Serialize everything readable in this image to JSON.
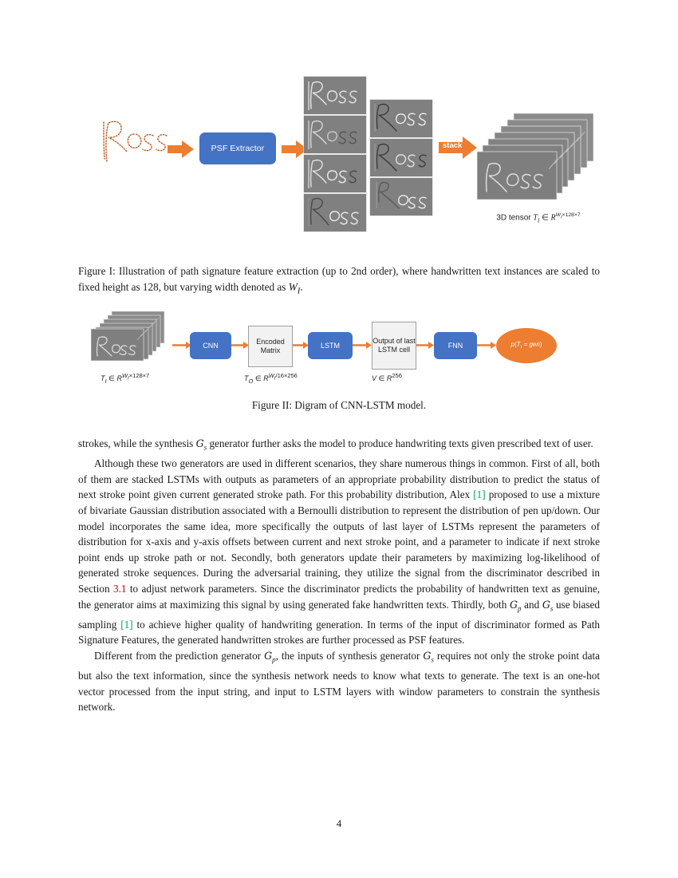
{
  "document": {
    "page_number": "4"
  },
  "figure1": {
    "name": "path-signature-feature-extraction",
    "input_label": "Ross",
    "psf_box_label": "PSF Extractor",
    "stack_arrow_label": "stack",
    "tensor_label_prefix": "3D tensor ",
    "tensor_symbol": "T",
    "tensor_subscript": "I",
    "tensor_in": " ∈ ",
    "tensor_space": "R",
    "tensor_exponent": "W_I×128×7",
    "feature_map_count": 7,
    "caption": "Figure I: Illustration of path signature feature extraction (up to 2nd order), where handwritten text instances are scaled to fixed height as 128, but varying width denoted as W_I."
  },
  "figure2": {
    "name": "cnn-lstm-model-diagram",
    "nodes": [
      {
        "id": "input-tensor-stack",
        "label": "",
        "type": "image-stack"
      },
      {
        "id": "cnn",
        "label": "CNN",
        "type": "blue"
      },
      {
        "id": "encoded-matrix",
        "label": "Encoded Matrix",
        "type": "gray"
      },
      {
        "id": "lstm",
        "label": "LSTM",
        "type": "blue"
      },
      {
        "id": "output-last-lstm-cell",
        "label": "Output of last LSTM cell",
        "type": "gray"
      },
      {
        "id": "fnn",
        "label": "FNN",
        "type": "blue"
      },
      {
        "id": "probability",
        "label": "p(T_I = gen)",
        "type": "ellipse"
      }
    ],
    "under_labels": [
      {
        "id": "input-dim",
        "symbol": "T",
        "sub": "I",
        "space": "R",
        "exp": "W_I×128×7"
      },
      {
        "id": "encoded-dim",
        "symbol": "T",
        "sub": "O",
        "space": "R",
        "exp": "W_I/16×256"
      },
      {
        "id": "vector-dim",
        "symbol": "V",
        "sub": "",
        "space": "R",
        "exp": "256"
      }
    ],
    "caption": "Figure II: Digram of CNN-LSTM model."
  },
  "body": {
    "paragraphs": [
      {
        "id": "para-strokes",
        "indent": false,
        "runs": [
          {
            "t": "strokes, while the synthesis "
          },
          {
            "t": "G",
            "style": "cal-italic"
          },
          {
            "t": "s",
            "style": "sub-italic"
          },
          {
            "t": " generator further asks the model to produce handwriting texts given prescribed text of user."
          }
        ]
      },
      {
        "id": "para-although",
        "indent": true,
        "runs": [
          {
            "t": "Although these two generators are used in different scenarios, they share numerous things in common. First of all, both of them are stacked LSTMs with outputs as parameters of an appropriate probability distribution to predict the status of next stroke point given current generated stroke path. For this probability distribution, Alex "
          },
          {
            "t": "[1]",
            "style": "cite-green"
          },
          {
            "t": " proposed to use a mixture of bivariate Gaussian distribution associated with a Bernoulli distribution to represent the distribution of pen up/down. Our model incorporates the same idea, more specifically the outputs of last layer of LSTMs represent the parameters of distribution for x-axis and y-axis offsets between current and next stroke point, and a parameter to indicate if next stroke point ends up stroke path or not. Secondly, both generators update their parameters by maximizing log-likelihood of generated stroke sequences. During the adversarial training, they utilize the signal from the discriminator described in Section "
          },
          {
            "t": "3.1",
            "style": "cite-red"
          },
          {
            "t": " to adjust network parameters. Since the discriminator predicts the probability of handwritten text as genuine, the generator aims at maximizing this signal by using generated fake handwritten texts. Thirdly, both "
          },
          {
            "t": "G",
            "style": "cal-italic"
          },
          {
            "t": "p",
            "style": "sub-italic"
          },
          {
            "t": " and "
          },
          {
            "t": "G",
            "style": "cal-italic"
          },
          {
            "t": "s",
            "style": "sub-italic"
          },
          {
            "t": " use biased sampling "
          },
          {
            "t": "[1]",
            "style": "cite-green"
          },
          {
            "t": " to achieve higher quality of handwriting generation. In terms of the input of discriminator formed as Path Signature Features, the generated handwritten strokes are further processed as PSF features."
          }
        ]
      },
      {
        "id": "para-different",
        "indent": true,
        "runs": [
          {
            "t": "Different from the prediction generator "
          },
          {
            "t": "G",
            "style": "cal-italic"
          },
          {
            "t": "p",
            "style": "sub-italic"
          },
          {
            "t": ", the inputs of synthesis generator "
          },
          {
            "t": "G",
            "style": "cal-italic"
          },
          {
            "t": "s",
            "style": "sub-italic"
          },
          {
            "t": " requires not only the stroke point data but also the text information, since the synthesis network needs to know what texts to generate. The text is an one-hot vector processed from the input string, and input to LSTM layers with window parameters to constrain the synthesis network."
          }
        ]
      }
    ]
  },
  "colors": {
    "node_blue": "#4472C4",
    "arrow_orange": "#ED7D31",
    "feature_gray": "#808080",
    "citation_green": "#00a550",
    "section_red": "#cc0000"
  }
}
